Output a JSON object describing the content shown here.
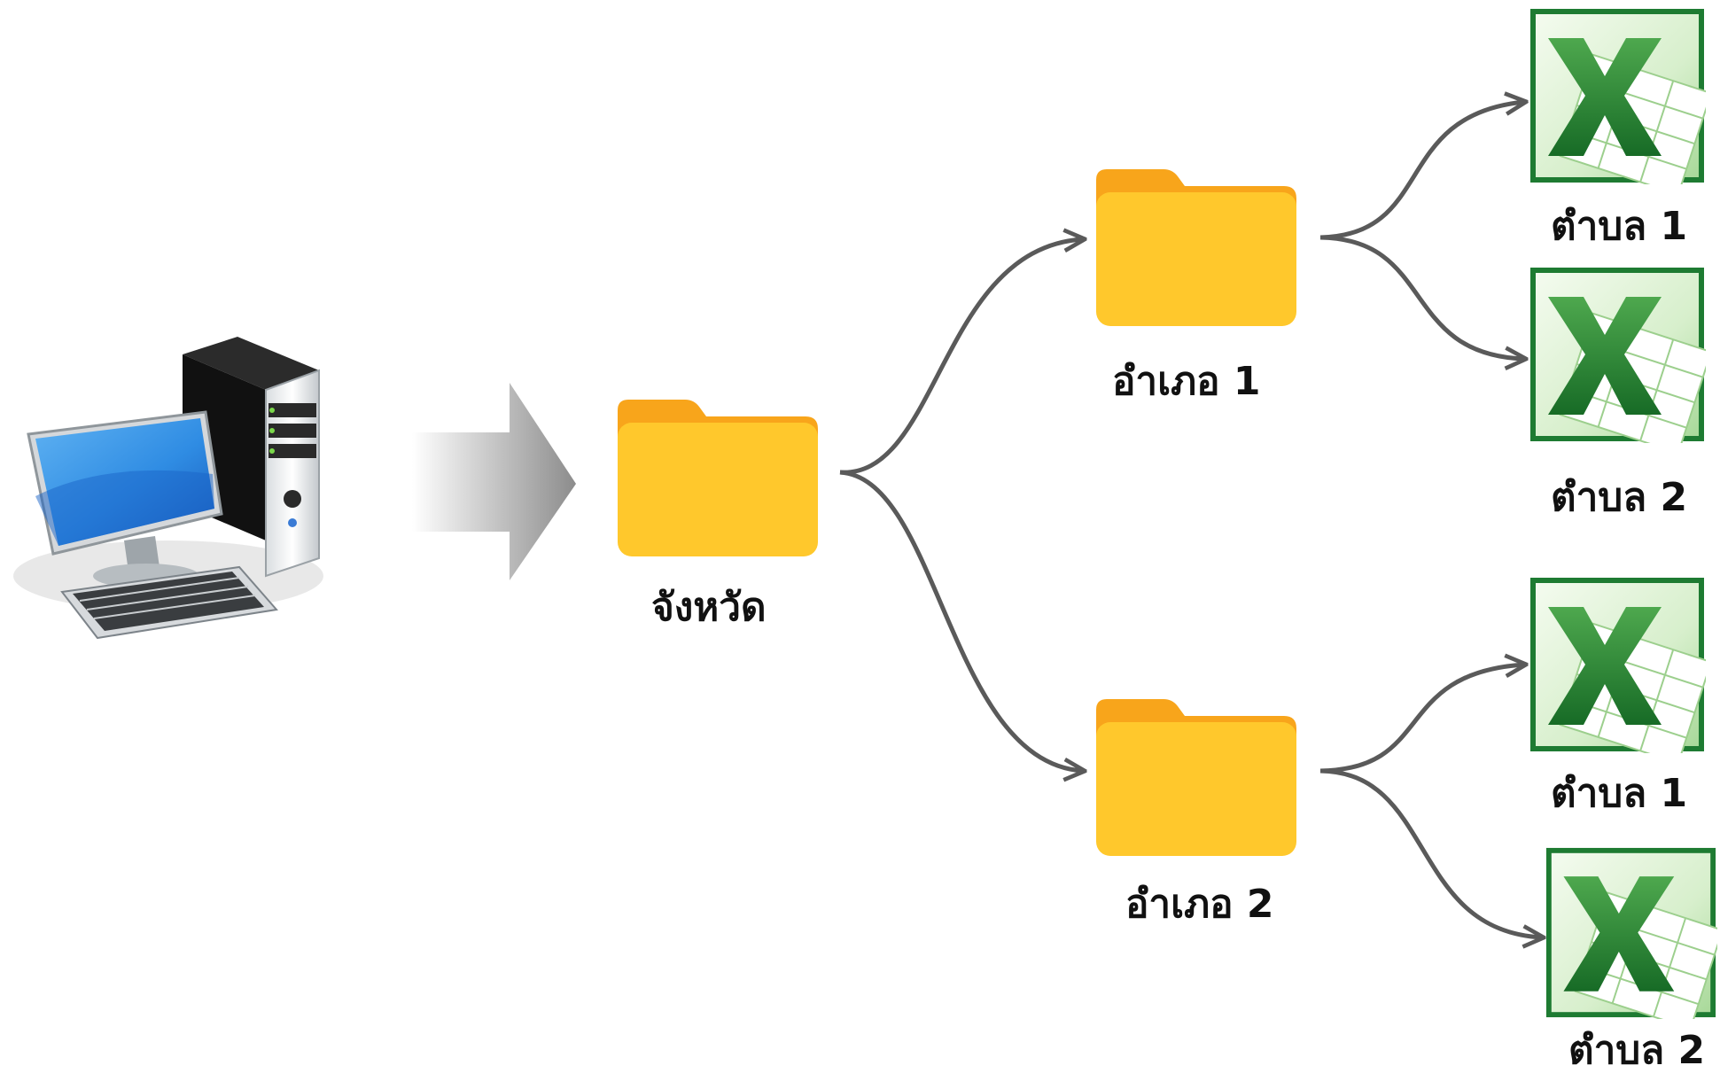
{
  "diagram": {
    "root_label": "จังหวัด",
    "districts": [
      {
        "label": "อำเภอ 1",
        "files": [
          {
            "label": "ตำบล 1"
          },
          {
            "label": "ตำบล 2"
          }
        ]
      },
      {
        "label": "อำเภอ 2",
        "files": [
          {
            "label": "ตำบล 1"
          },
          {
            "label": "ตำบล 2"
          }
        ]
      }
    ]
  },
  "colors": {
    "folder_body": "#FFC82C",
    "folder_tab": "#F8A51B",
    "connector": "#5A5A5A",
    "arrow_gradient": [
      "#FFFFFF",
      "#8C8C8C"
    ],
    "excel_green": "#1E7B32",
    "monitor_screen": "#2F8CE3"
  },
  "icons": [
    "computer-icon",
    "folder-icon",
    "excel-file-icon",
    "arrow-right-icon"
  ]
}
